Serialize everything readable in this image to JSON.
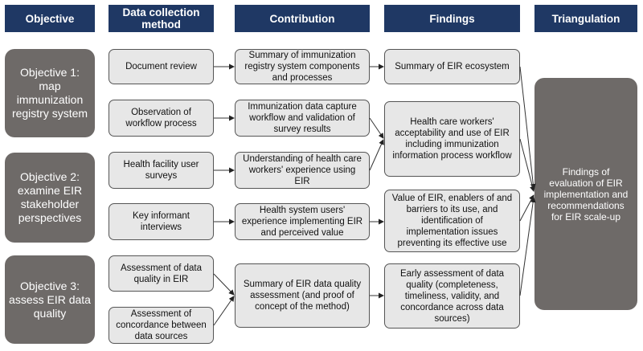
{
  "headers": {
    "objective": "Objective",
    "method": "Data collection method",
    "contribution": "Contribution",
    "findings": "Findings",
    "triangulation": "Triangulation"
  },
  "objectives": [
    "Objective 1: map immunization registry system",
    "Objective 2: examine EIR stakeholder perspectives",
    "Objective 3: assess EIR data quality"
  ],
  "methods": [
    "Document review",
    "Observation of workflow process",
    "Health facility user surveys",
    "Key informant interviews",
    "Assessment of data quality in EIR",
    "Assessment of concordance between data sources"
  ],
  "contributions": [
    "Summary of immunization registry system components and processes",
    "Immunization data capture workflow and validation of survey results",
    "Understanding of health care workers' experience using EIR",
    "Health system users' experience implementing EIR and perceived value",
    "Summary of EIR data quality assessment (and proof of concept of the method)"
  ],
  "findings": [
    "Summary of EIR ecosystem",
    "Health care workers' acceptability and use of EIR including immunization information process workflow",
    "Value of EIR, enablers of and barriers to its use, and identification of implementation issues preventing its effective use",
    "Early assessment of data quality (completeness, timeliness, validity, and concordance across data sources)"
  ],
  "triangulation": "Findings of evaluation of EIR implementation and recommendations for EIR scale-up",
  "colors": {
    "header_bg": "#1f3864",
    "objective_bg": "#6e6a68",
    "box_bg": "#e7e7e7",
    "border": "#555555"
  }
}
